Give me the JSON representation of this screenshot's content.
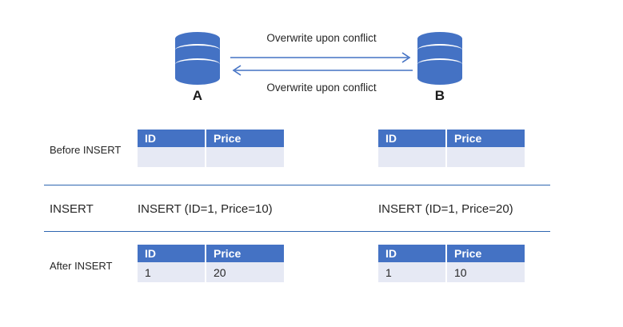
{
  "diagram": {
    "nodes": [
      {
        "id": "A",
        "label": "A",
        "icon": "database-cylinder-icon"
      },
      {
        "id": "B",
        "label": "B",
        "icon": "database-cylinder-icon"
      }
    ],
    "arrows": [
      {
        "direction": "a-to-b",
        "caption": "Overwrite upon conflict"
      },
      {
        "direction": "b-to-a",
        "caption": "Overwrite upon conflict"
      }
    ],
    "accent_color": "#4472C4",
    "divider_color": "#2E66B0",
    "row_fill_color": "#E6E9F4",
    "header_text_color": "#FFFFFF"
  },
  "rows": [
    {
      "key": "before",
      "label": "Before INSERT",
      "left": {
        "type": "table",
        "columns": [
          "ID",
          "Price"
        ],
        "cells": [
          [
            "",
            ""
          ]
        ]
      },
      "right": {
        "type": "table",
        "columns": [
          "ID",
          "Price"
        ],
        "cells": [
          [
            "",
            ""
          ]
        ]
      }
    },
    {
      "key": "insert",
      "label": "INSERT",
      "left": {
        "type": "text",
        "text": "INSERT (ID=1, Price=10)"
      },
      "right": {
        "type": "text",
        "text": "INSERT (ID=1, Price=20)"
      }
    },
    {
      "key": "after",
      "label": "After INSERT",
      "left": {
        "type": "table",
        "columns": [
          "ID",
          "Price"
        ],
        "cells": [
          [
            "1",
            "20"
          ]
        ]
      },
      "right": {
        "type": "table",
        "columns": [
          "ID",
          "Price"
        ],
        "cells": [
          [
            "1",
            "10"
          ]
        ]
      }
    }
  ]
}
